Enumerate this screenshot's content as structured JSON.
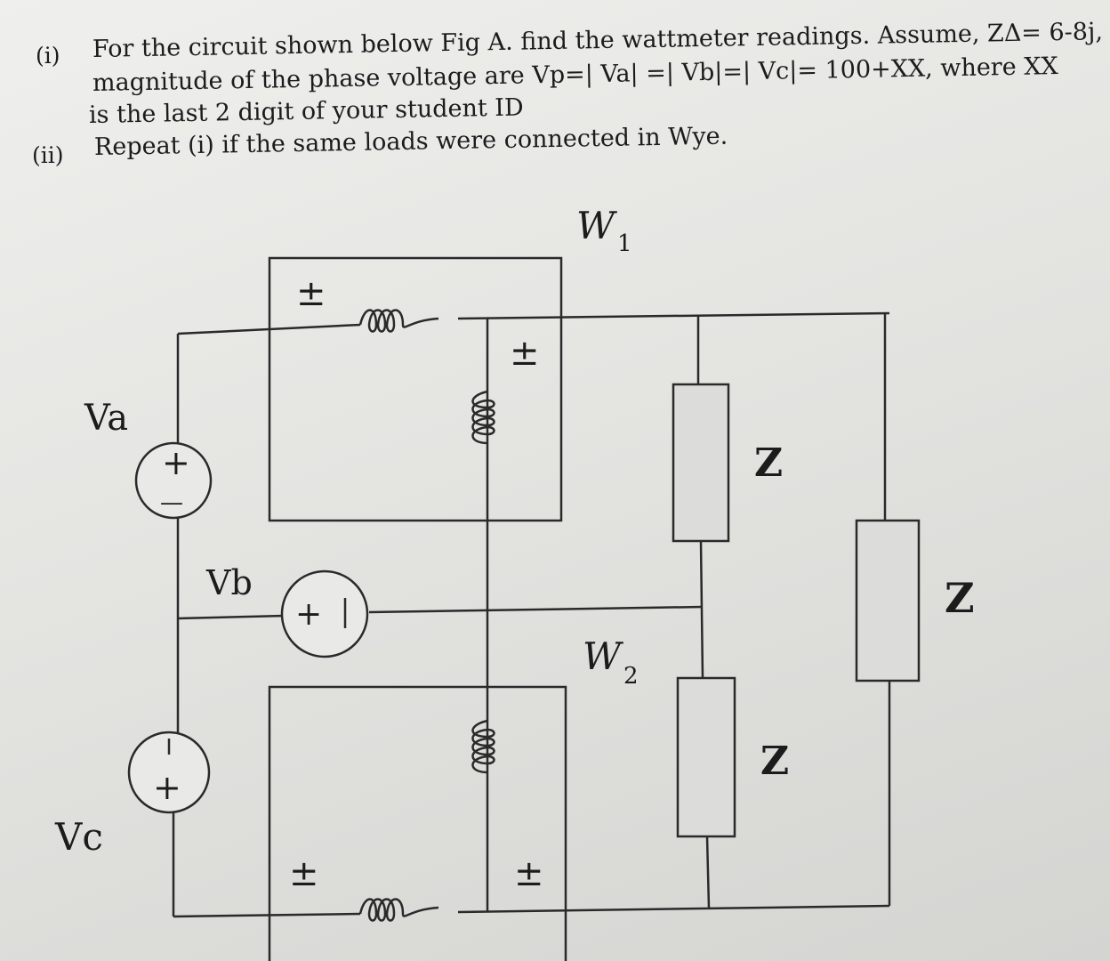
{
  "problem": {
    "part1_num": "(i)",
    "part1_line1": "For the circuit shown below Fig A. find the wattmeter readings. Assume, ZΔ= 6-8j,",
    "part1_line2": "magnitude of the phase voltage are  Vp=| Va| =| Vb|=| Vc|= 100+XX, where XX",
    "part1_line3": "is the last 2 digit of your student ID",
    "part2_num": "(ii)",
    "part2_line1": "Repeat (i)  if the same loads were connected in Wye."
  },
  "circuit": {
    "wattmeter1": "W",
    "wattmeter1_sub": "1",
    "wattmeter2": "W",
    "wattmeter2_sub": "2",
    "source_a": "Va",
    "source_b": "Vb",
    "source_c": "Vc",
    "load_label": "Z",
    "plus_minus": "±",
    "plus": "+",
    "minus": "—"
  }
}
